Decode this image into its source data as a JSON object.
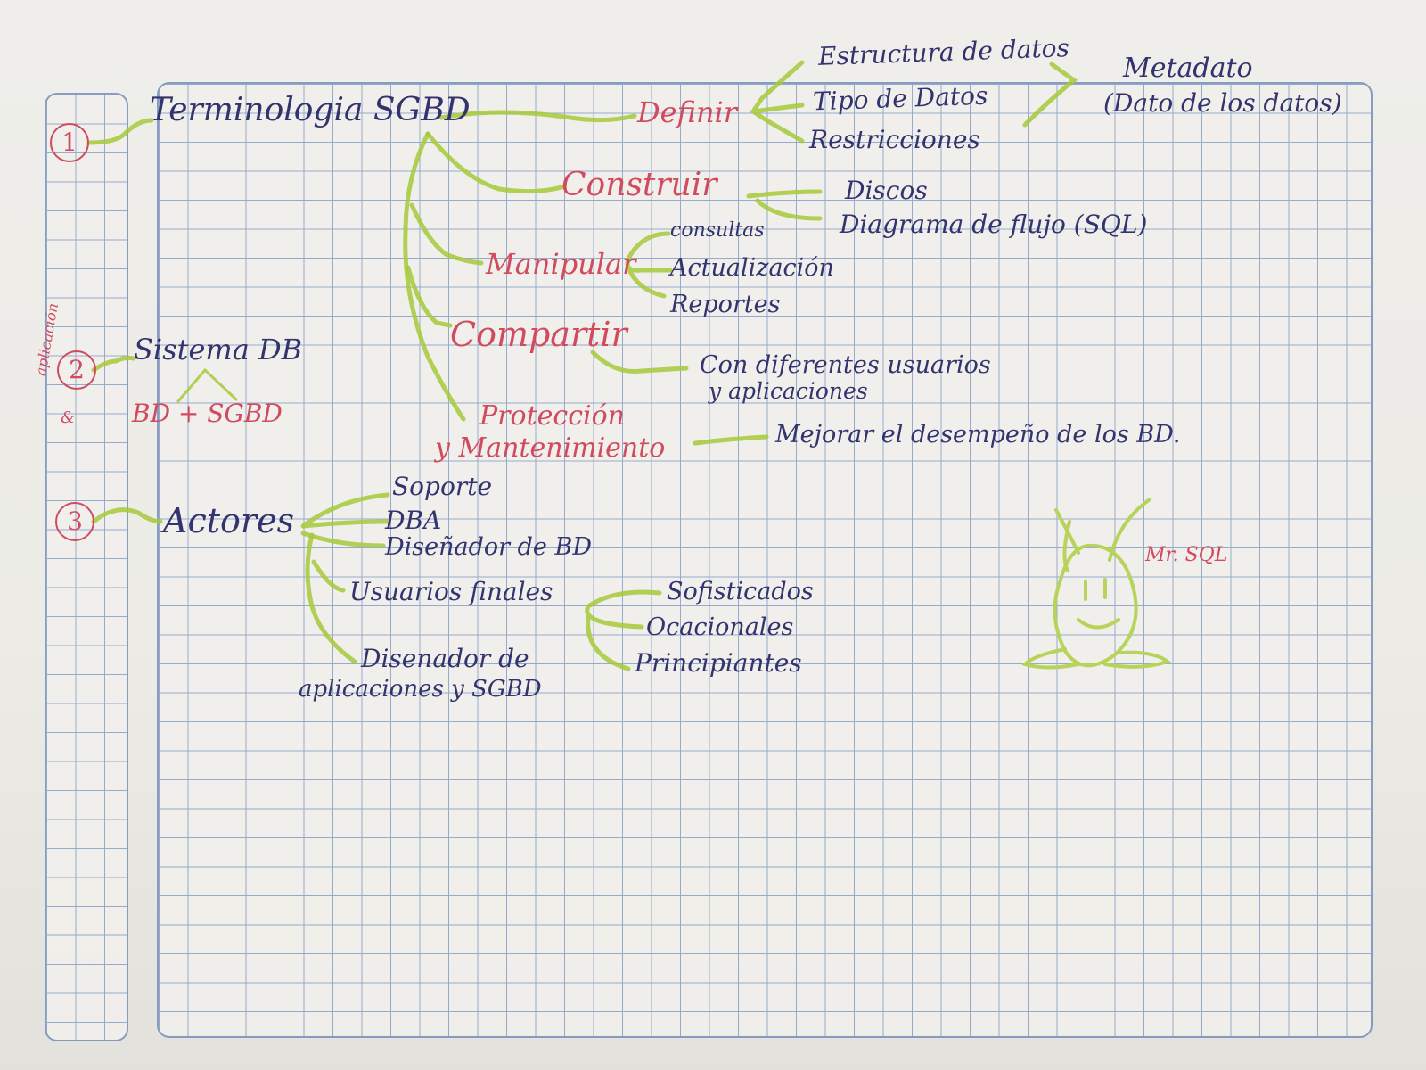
{
  "sections": [
    {
      "number": "1",
      "title": "Terminologia SGBD",
      "branches": [
        {
          "label": "Definir",
          "items": [
            "Estructura de datos",
            "Tipo de Datos",
            "Restricciones"
          ],
          "extra": {
            "label": "Metadato",
            "note": "(Dato de los datos)"
          }
        },
        {
          "label": "Construir",
          "items": [
            "Discos",
            "Diagrama de flujo (SQL)"
          ]
        },
        {
          "label": "Manipular",
          "items": [
            "consultas",
            "Actualización",
            "Reportes"
          ]
        },
        {
          "label": "Compartir",
          "items": [
            "Con diferentes usuarios",
            "y aplicaciones"
          ]
        },
        {
          "label_line1": "Protección",
          "label_line2": "y Mantenimiento",
          "items": [
            "Mejorar el desempeño de los BD."
          ]
        }
      ]
    },
    {
      "number": "2",
      "title": "Sistema DB",
      "formula": "BD + SGBD"
    },
    {
      "number": "3",
      "title": "Actores",
      "items": [
        "Soporte",
        "DBA",
        "Diseñador de BD"
      ],
      "usuarios": {
        "label": "Usuarios finales",
        "items": [
          "Sofisticados",
          "Ocacionales",
          "Principiantes"
        ]
      },
      "disenador_line1": "Disenador de",
      "disenador_line2": "aplicaciones y SGBD"
    }
  ],
  "margin_note": {
    "line1": "aplicación",
    "line2": "&"
  },
  "doodle": {
    "label": "Mr. SQL"
  },
  "colors": {
    "ink_blue": "#33336e",
    "ink_red": "#d24a5e",
    "highlighter_green": "#a6c93a",
    "grid_blue": "#8fa6c9"
  }
}
